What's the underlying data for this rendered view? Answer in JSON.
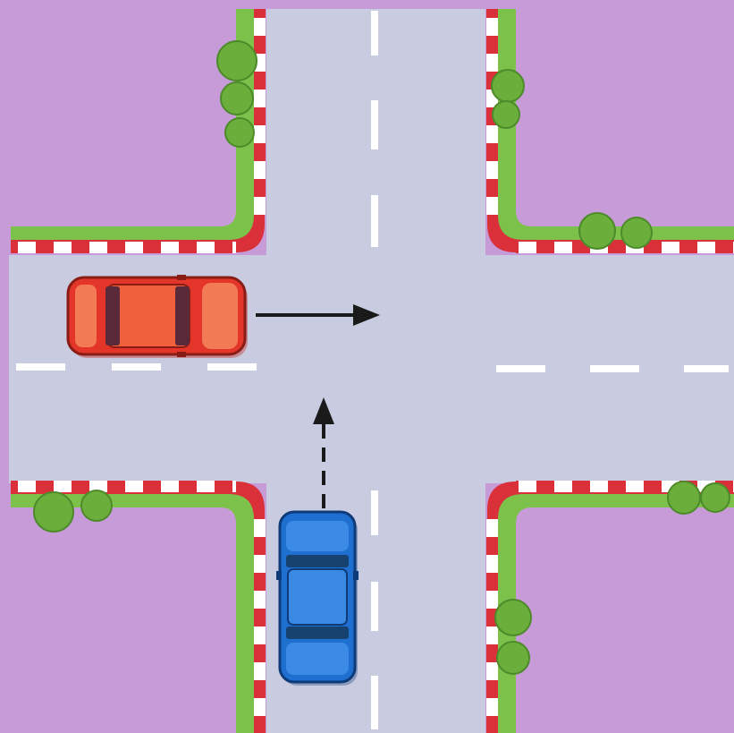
{
  "scene": {
    "type": "traffic-intersection",
    "description_name": "four-way-intersection"
  },
  "colors": {
    "background": "#c79ad8",
    "road": "#c9cbe0",
    "grass": "#7cc24a",
    "grass_dark": "#5aa33a",
    "curb_red": "#d9303a",
    "curb_white": "#ffffff",
    "lane_marking": "#ffffff",
    "red_car": "#e4352a",
    "blue_car": "#1f6fd1",
    "arrow": "#1a1a1a",
    "tree": "#6cae3c"
  },
  "vehicles": [
    {
      "name": "red-car",
      "color": "red",
      "direction": "east",
      "path": "straight"
    },
    {
      "name": "blue-car",
      "color": "blue",
      "direction": "north",
      "path": "straight"
    }
  ],
  "arrows": [
    {
      "name": "red-car-arrow",
      "style": "solid",
      "direction": "east"
    },
    {
      "name": "blue-car-arrow",
      "style": "dashed",
      "direction": "north"
    }
  ]
}
